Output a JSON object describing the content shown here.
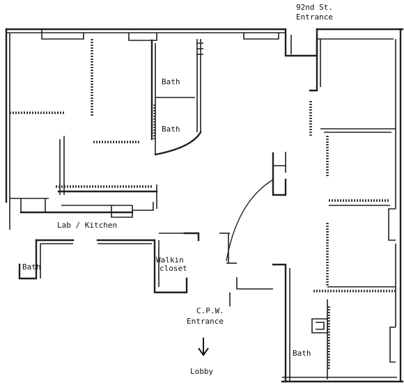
{
  "labels": {
    "entrance_92nd_line1": "92nd St.",
    "entrance_92nd_line2": "Entrance",
    "bath_upper": "Bath",
    "bath_middle": "Bath",
    "lab_kitchen": "Lab / Kitchen",
    "bath_left": "Bath",
    "walkin_line1": "Walkin",
    "walkin_line2": "closet",
    "cpw_line1": "C.P.W.",
    "cpw_line2": "Entrance",
    "lobby": "Lobby",
    "bath_lower_right": "Bath"
  },
  "colors": {
    "ink": "#1e1e1e",
    "paper": "#ffffff"
  }
}
